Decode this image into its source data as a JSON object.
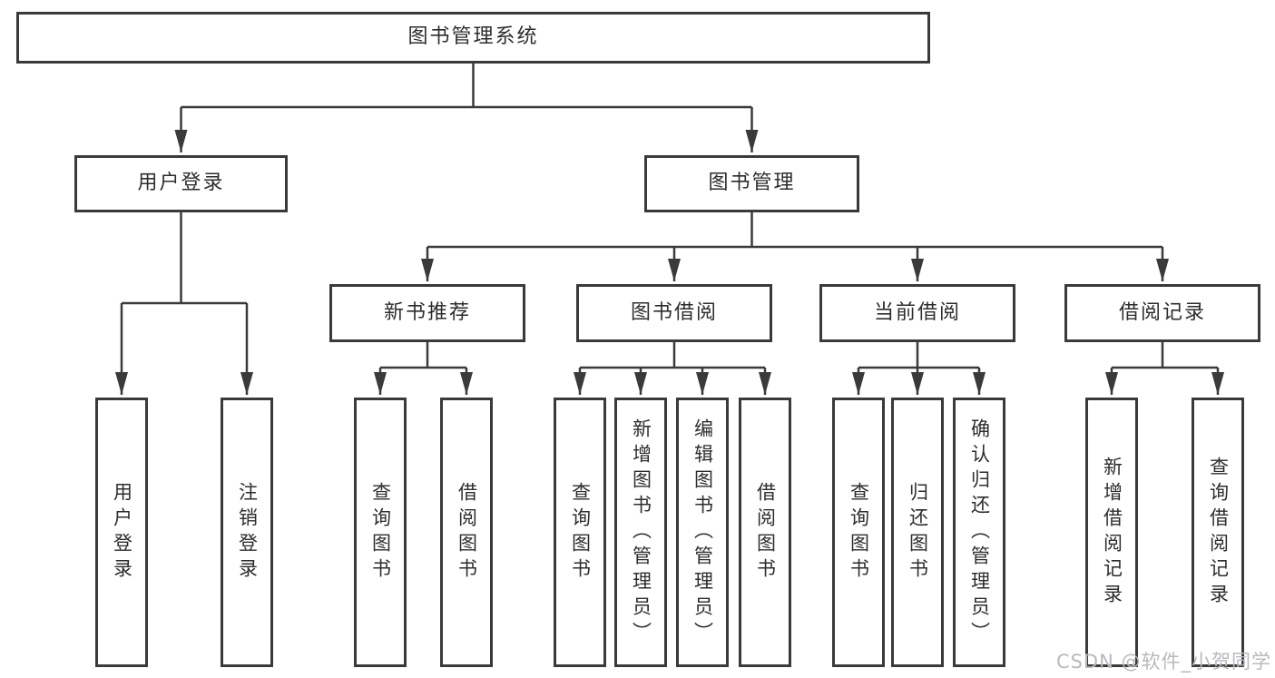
{
  "colors": {
    "line": "#3a3a3a",
    "text": "#2d2d2d",
    "box_background": "#ffffff",
    "watermark": "#b9b9bd"
  },
  "watermark": "CSDN @软件_小贺同学",
  "tree": {
    "root": {
      "label": "图书管理系统"
    },
    "branches": [
      {
        "label": "用户登录",
        "children": [
          {
            "label": "用户登录"
          },
          {
            "label": "注销登录"
          }
        ]
      },
      {
        "label": "图书管理",
        "groups": [
          {
            "label": "新书推荐",
            "children": [
              {
                "label": "查询图书"
              },
              {
                "label": "借阅图书"
              }
            ]
          },
          {
            "label": "图书借阅",
            "children": [
              {
                "label": "查询图书"
              },
              {
                "label": "新增图书（管理员）"
              },
              {
                "label": "编辑图书（管理员）"
              },
              {
                "label": "借阅图书"
              }
            ]
          },
          {
            "label": "当前借阅",
            "children": [
              {
                "label": "查询图书"
              },
              {
                "label": "归还图书"
              },
              {
                "label": "确认归还（管理员）"
              }
            ]
          },
          {
            "label": "借阅记录",
            "children": [
              {
                "label": "新增借阅记录"
              },
              {
                "label": "查询借阅记录"
              }
            ]
          }
        ]
      }
    ]
  }
}
